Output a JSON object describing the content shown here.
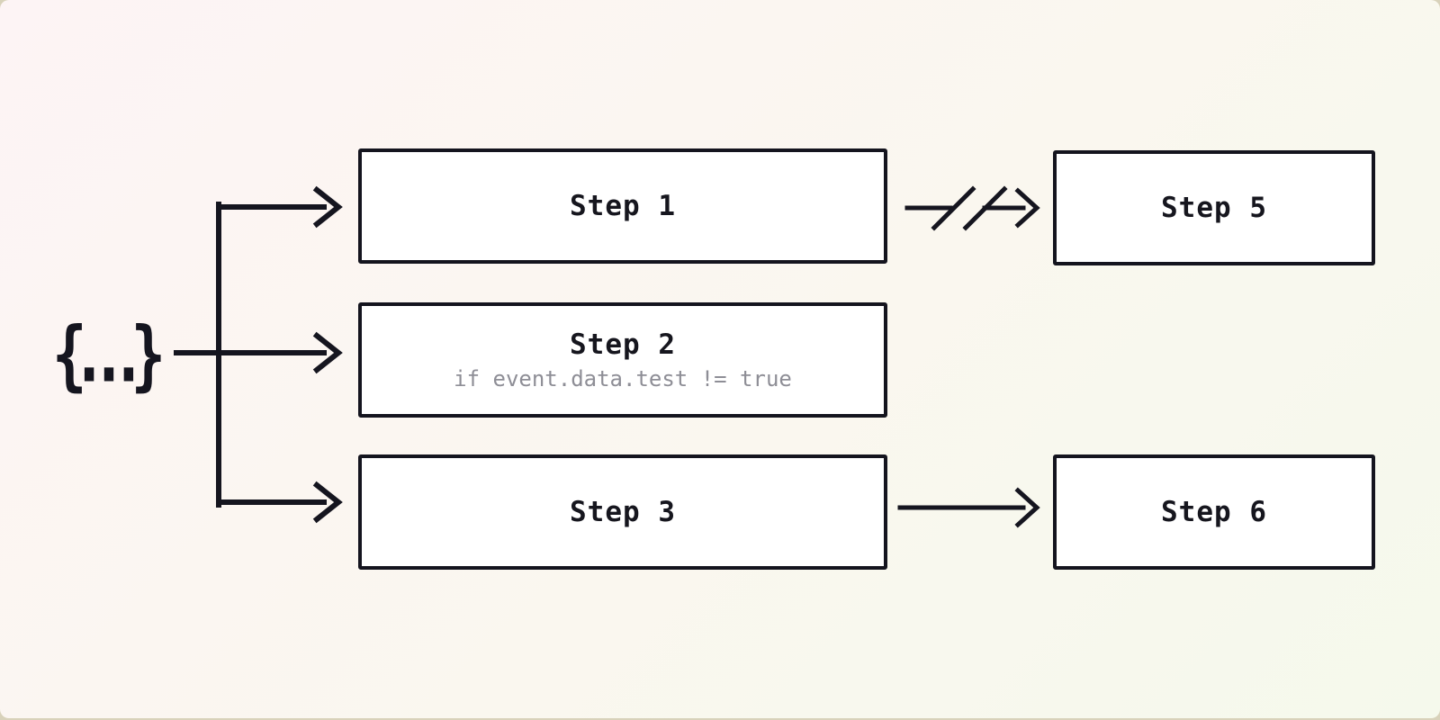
{
  "canvas": {
    "background_from": "#fdf4f5",
    "background_to": "#f5f9ec",
    "surround_color": "#d8d2ba"
  },
  "colors": {
    "stroke": "#15151f",
    "box_border": "#14141e",
    "box_fill": "#ffffff",
    "label_text": "#16161e",
    "condition_text": "#8e8e96"
  },
  "trigger": {
    "symbol": "{...}"
  },
  "steps": [
    {
      "id": "step1",
      "label": "Step 1"
    },
    {
      "id": "step2",
      "label": "Step 2",
      "condition": "if event.data.test != true"
    },
    {
      "id": "step3",
      "label": "Step 3"
    },
    {
      "id": "step5",
      "label": "Step 5"
    },
    {
      "id": "step6",
      "label": "Step 6"
    }
  ],
  "edges": [
    {
      "from": "trigger",
      "to": "step1",
      "type": "arrow"
    },
    {
      "from": "trigger",
      "to": "step2",
      "type": "arrow"
    },
    {
      "from": "trigger",
      "to": "step3",
      "type": "arrow"
    },
    {
      "from": "step1",
      "to": "step5",
      "type": "broken-arrow"
    },
    {
      "from": "step3",
      "to": "step6",
      "type": "arrow"
    }
  ]
}
